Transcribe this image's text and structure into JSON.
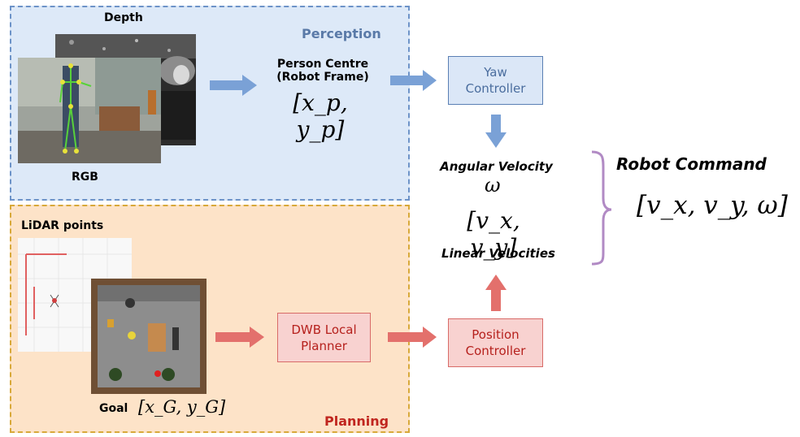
{
  "perception": {
    "title": "Perception",
    "depth_label": "Depth",
    "rgb_label": "RGB",
    "person_centre_line1": "Person Centre",
    "person_centre_line2": "(Robot Frame)",
    "person_math": "[x_p, y_p]"
  },
  "planning": {
    "title": "Planning",
    "lidar_label": "LiDAR points",
    "goal_label": "Goal",
    "goal_math": "[x_G, y_G]"
  },
  "controllers": {
    "yaw_line1": "Yaw",
    "yaw_line2": "Controller",
    "dwb_line1": "DWB Local",
    "dwb_line2": "Planner",
    "position_line1": "Position",
    "position_line2": "Controller"
  },
  "velocities": {
    "angular_label": "Angular Velocity",
    "omega": "ω",
    "linear_math": "[v_x, v_y]",
    "linear_label": "Linear Velocities"
  },
  "robot_command": {
    "title": "Robot Command",
    "math": "[v_x, v_y, ω]"
  },
  "colors": {
    "perception_bg": "#dde9f8",
    "perception_border": "#6d93c8",
    "planning_bg": "#fde3c8",
    "planning_border": "#d8a93a",
    "blue_arrow": "#7aa1d6",
    "red_arrow": "#e3706c",
    "brace": "#b18ac4"
  }
}
